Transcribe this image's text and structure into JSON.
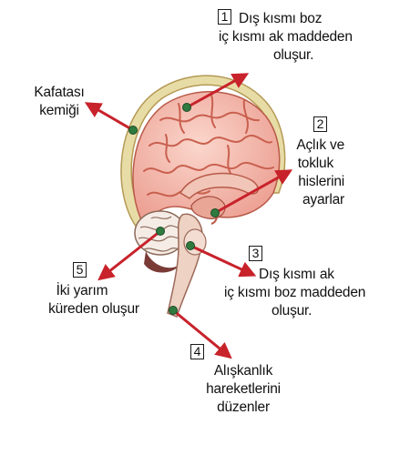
{
  "labels": {
    "skull": {
      "lines": [
        "Kafatası",
        "kemiği"
      ]
    },
    "label1": {
      "number": "1",
      "lines": [
        "Dış kısmı boz",
        "iç kısmı ak maddeden",
        "oluşur."
      ]
    },
    "label2": {
      "number": "2",
      "lines": [
        "Açlık ve",
        "tokluk",
        "hislerini",
        "ayarlar"
      ]
    },
    "label3": {
      "number": "3",
      "lines": [
        "Dış kısmı ak",
        "iç kısmı boz maddeden",
        "oluşur."
      ]
    },
    "label4": {
      "number": "4",
      "lines": [
        "Alışkanlık",
        "hareketlerini",
        "düzenler"
      ]
    },
    "label5": {
      "number": "5",
      "lines": [
        "İki yarım",
        "küreden oluşur"
      ]
    }
  },
  "colors": {
    "arrow": "#c8222b",
    "marker_dot": "#2f7a3f",
    "skull_bone": "#e8dca6",
    "brain_tissue": "#f4b8ad",
    "brain_folds": "#c9604f",
    "cerebellum": "#f6ece6",
    "brainstem": "#eed2c4",
    "text": "#111111"
  }
}
